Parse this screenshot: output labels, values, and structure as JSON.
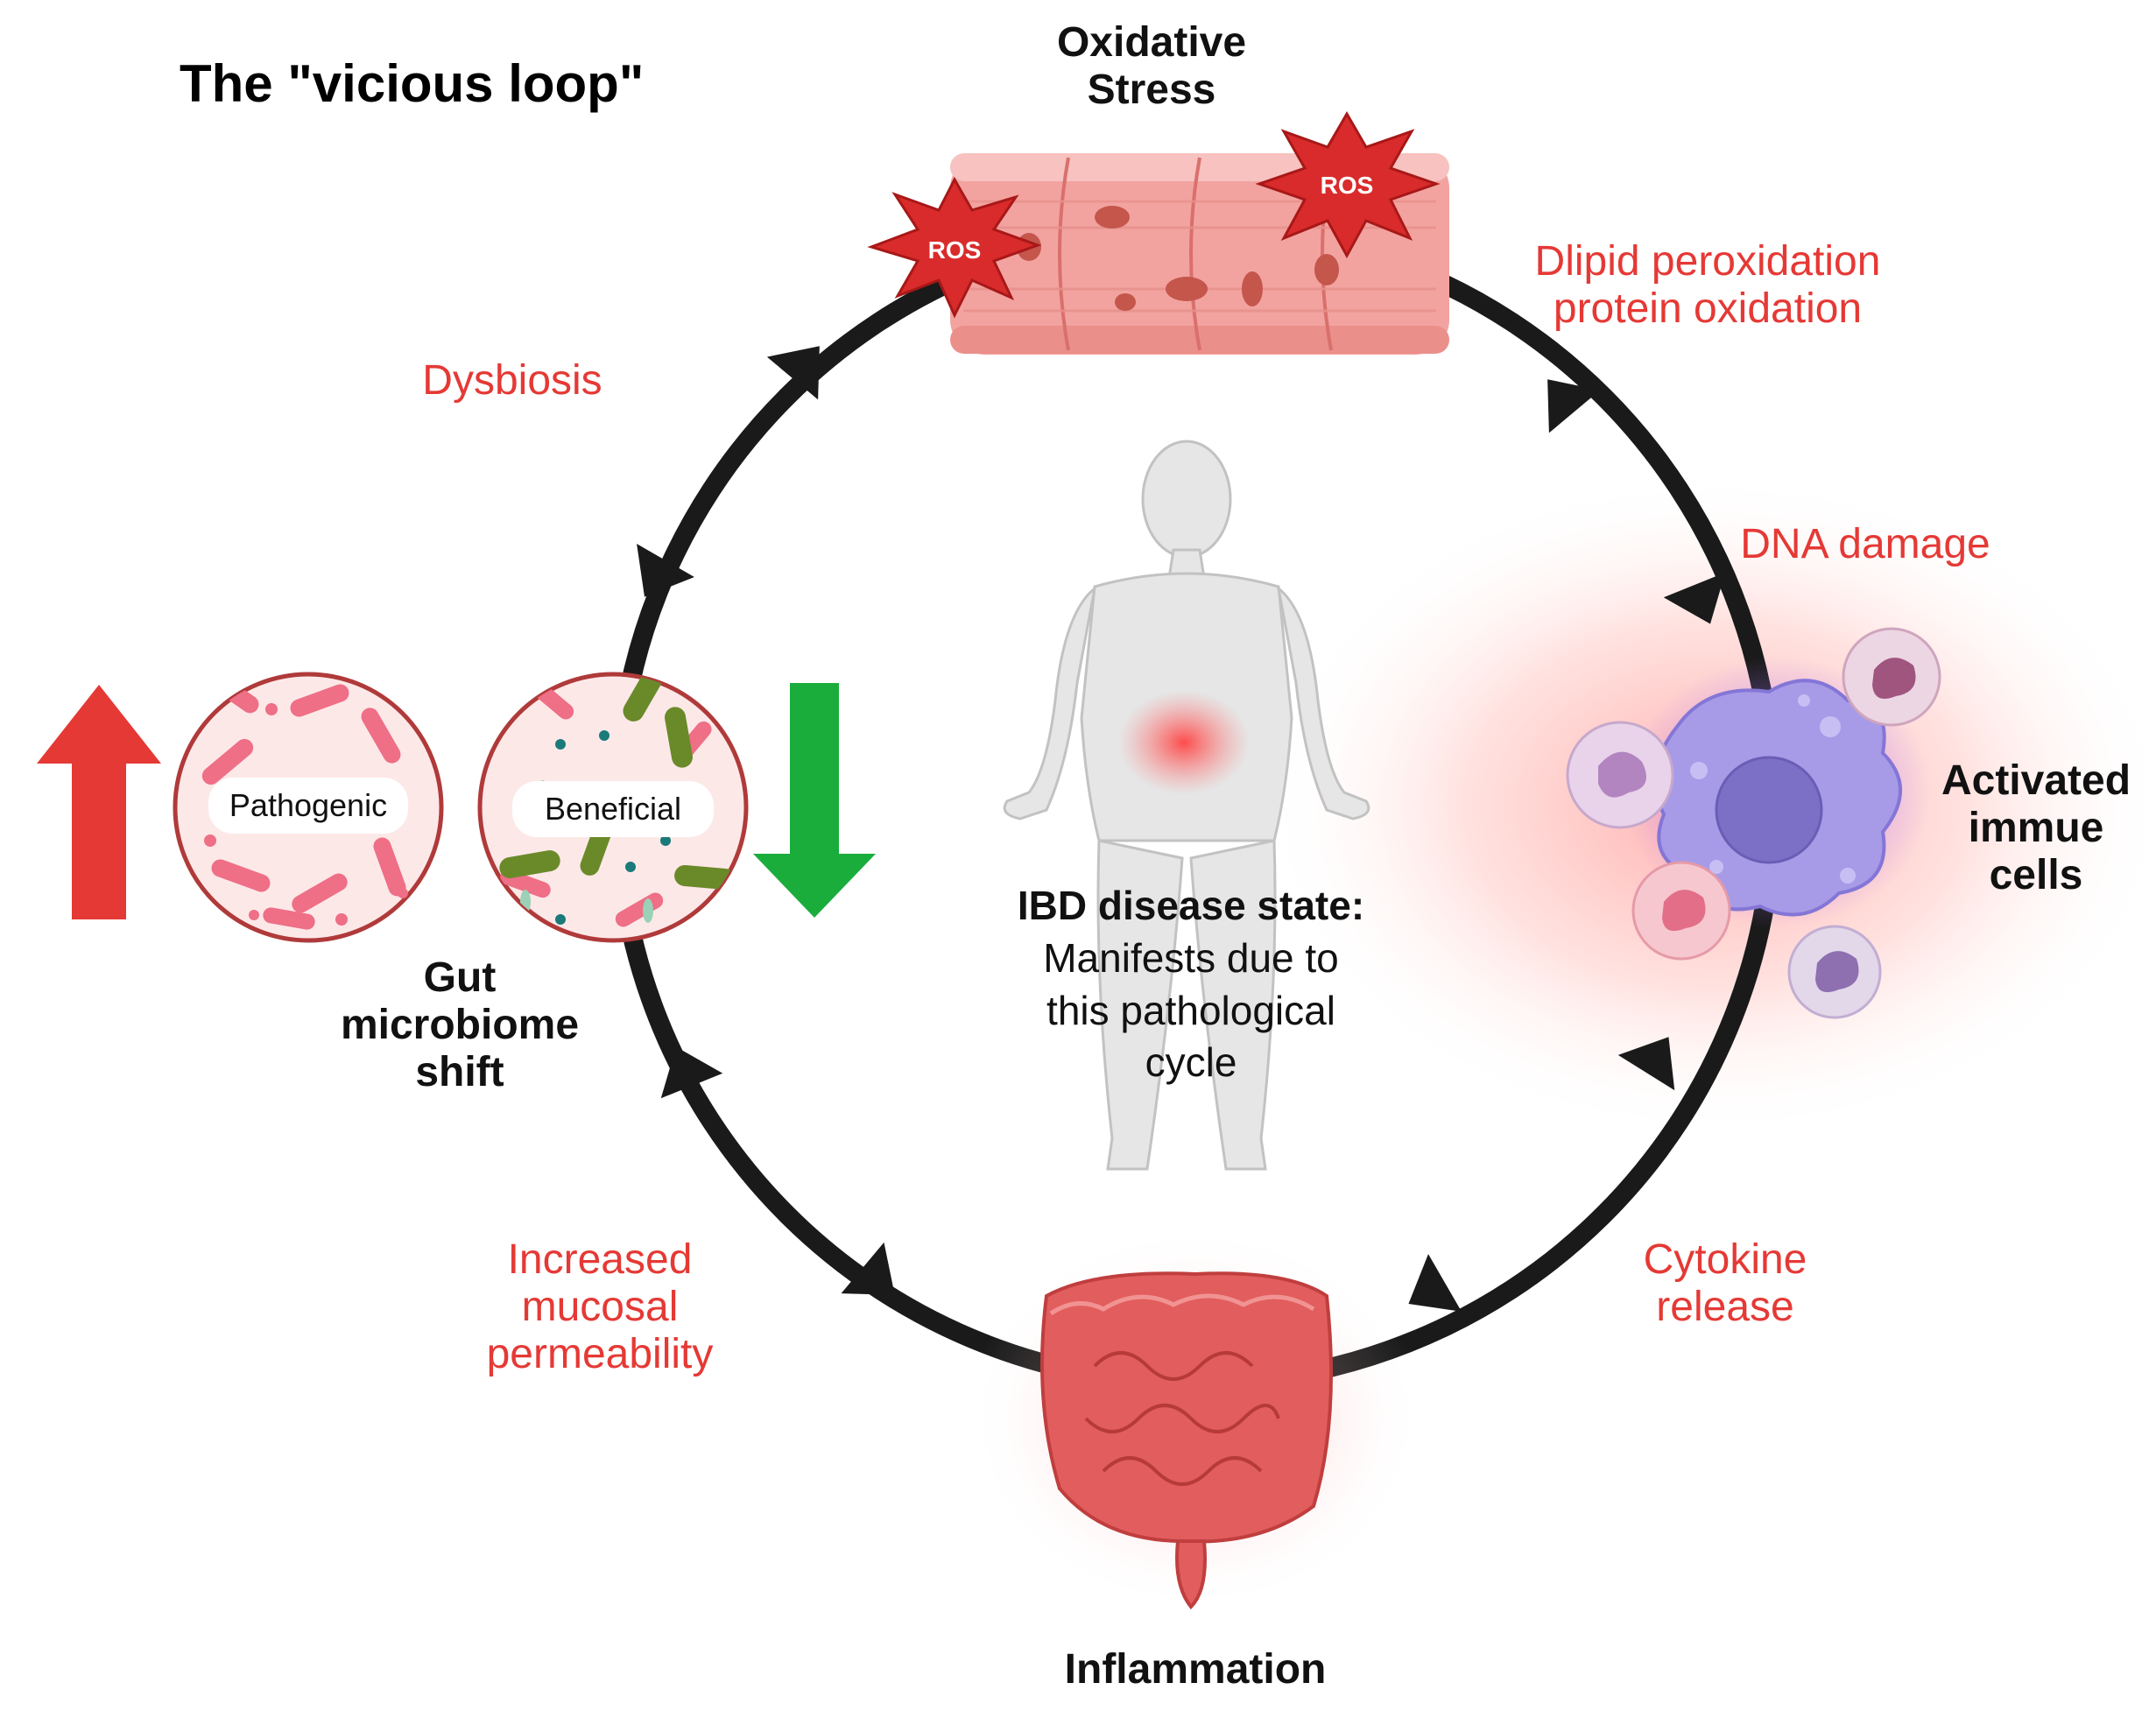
{
  "title": "The \"vicious loop\"",
  "nodes": {
    "oxidative_stress": [
      "Oxidative",
      "Stress"
    ],
    "activated_immune": [
      "Activated",
      "immue",
      "cells"
    ],
    "inflammation": "Inflammation",
    "gut_shift": [
      "Gut",
      "microbiome",
      "shift"
    ]
  },
  "effects": {
    "peroxidation": [
      "Dlipid peroxidation",
      "protein oxidation"
    ],
    "dna_damage": "DNA damage",
    "cytokine": [
      "Cytokine",
      "release"
    ],
    "permeability": [
      "Increased",
      "mucosal",
      "permeability"
    ],
    "dysbiosis": "Dysbiosis"
  },
  "ros_labels": [
    "ROS",
    "ROS"
  ],
  "microbiome": {
    "pathogenic": "Pathogenic",
    "beneficial": "Beneficial"
  },
  "center": {
    "heading": "IBD disease state:",
    "lines": [
      "Manifests due to",
      "this pathological",
      "cycle"
    ]
  },
  "colors": {
    "loop": "#1a1a1a",
    "effect_text": "#e53935",
    "up_arrow": "#e53935",
    "down_arrow": "#1aad3c",
    "tissue": "#f2a3a0",
    "immune_cell": "#a79be8",
    "intestine": "#e25d5d",
    "ros_burst": "#d92b2b"
  }
}
